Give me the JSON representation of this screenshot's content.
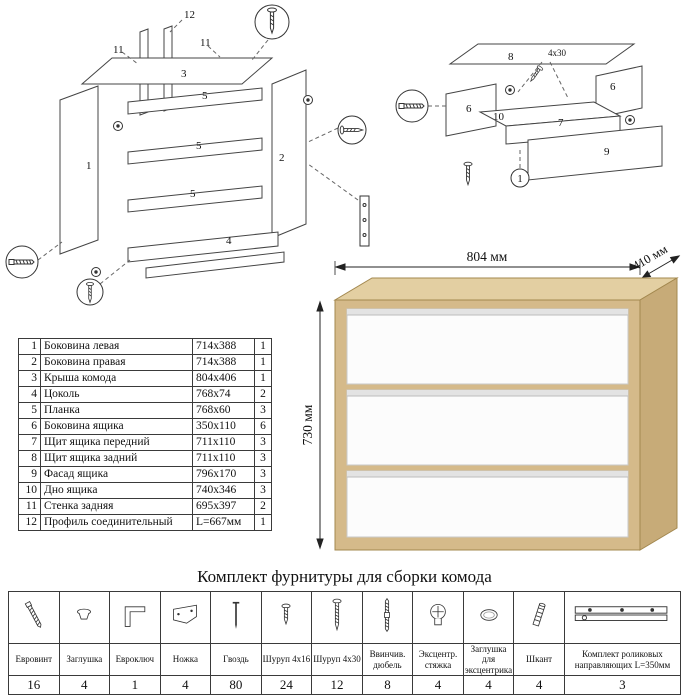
{
  "page": {
    "hardware_title": "Комплект фурнитуры для сборки комода"
  },
  "dimensions": {
    "width": "804 мм",
    "depth": "410 мм",
    "height": "730 мм"
  },
  "diagram_left": {
    "part_labels": [
      "12",
      "11",
      "11",
      "3",
      "5",
      "1",
      "2",
      "5",
      "5",
      "4"
    ]
  },
  "diagram_right": {
    "part_labels": [
      "8",
      "4x30",
      "6",
      "6",
      "10",
      "7",
      "9",
      "1"
    ]
  },
  "parts_table": {
    "rows": [
      {
        "num": "1",
        "name": "Боковина левая",
        "size": "714x388",
        "qty": "1"
      },
      {
        "num": "2",
        "name": "Боковина правая",
        "size": "714x388",
        "qty": "1"
      },
      {
        "num": "3",
        "name": "Крыша комода",
        "size": "804x406",
        "qty": "1"
      },
      {
        "num": "4",
        "name": "Цоколь",
        "size": "768x74",
        "qty": "2"
      },
      {
        "num": "5",
        "name": "Планка",
        "size": "768x60",
        "qty": "3"
      },
      {
        "num": "6",
        "name": "Боковина ящика",
        "size": "350x110",
        "qty": "6"
      },
      {
        "num": "7",
        "name": "Щит ящика передний",
        "size": "711x110",
        "qty": "3"
      },
      {
        "num": "8",
        "name": "Щит ящика задний",
        "size": "711x110",
        "qty": "3"
      },
      {
        "num": "9",
        "name": "Фасад ящика",
        "size": "796x170",
        "qty": "3"
      },
      {
        "num": "10",
        "name": "Дно ящика",
        "size": "740x346",
        "qty": "3"
      },
      {
        "num": "11",
        "name": "Стенка задняя",
        "size": "695x397",
        "qty": "2"
      },
      {
        "num": "12",
        "name": "Профиль соединительный",
        "size": "L=667мм",
        "qty": "1"
      }
    ]
  },
  "hardware_table": {
    "items": [
      {
        "name": "Евровинт",
        "qty": "16",
        "icon": "euroscrew-icon"
      },
      {
        "name": "Заглушка",
        "qty": "4",
        "icon": "plug-icon"
      },
      {
        "name": "Евроключ",
        "qty": "1",
        "icon": "hexkey-icon"
      },
      {
        "name": "Ножка",
        "qty": "4",
        "icon": "foot-icon"
      },
      {
        "name": "Гвоздь",
        "qty": "80",
        "icon": "nail-icon"
      },
      {
        "name": "Шуруп 4x16",
        "qty": "24",
        "icon": "screw-small-icon"
      },
      {
        "name": "Шуруп 4x30",
        "qty": "12",
        "icon": "screw-large-icon"
      },
      {
        "name": "Ввинчив. дюбель",
        "qty": "8",
        "icon": "dowel-screw-icon"
      },
      {
        "name": "Эксцентр. стяжка",
        "qty": "4",
        "icon": "cam-lock-icon"
      },
      {
        "name": "Заглушка для эксцентрика",
        "qty": "4",
        "icon": "cam-cover-icon"
      },
      {
        "name": "Шкант",
        "qty": "4",
        "icon": "wood-dowel-icon"
      },
      {
        "name": "Комплект роликовых направляющих L=350мм",
        "qty": "3",
        "icon": "drawer-slide-icon"
      }
    ]
  },
  "colors": {
    "wood_front": "#d5ba8a",
    "wood_top": "#e3cfa2",
    "wood_side": "#c7ab78",
    "drawer_front": "#fcfcfc",
    "line": "#3a3a3a"
  }
}
